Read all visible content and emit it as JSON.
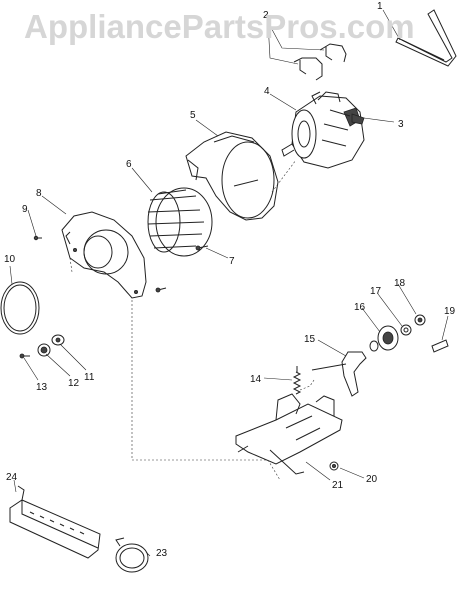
{
  "watermark": "AppliancePartsPros.com",
  "callouts": [
    {
      "id": "1",
      "label": "1"
    },
    {
      "id": "2",
      "label": "2"
    },
    {
      "id": "3",
      "label": "3"
    },
    {
      "id": "4",
      "label": "4"
    },
    {
      "id": "5",
      "label": "5"
    },
    {
      "id": "6",
      "label": "6"
    },
    {
      "id": "7",
      "label": "7"
    },
    {
      "id": "8",
      "label": "8"
    },
    {
      "id": "9",
      "label": "9"
    },
    {
      "id": "10",
      "label": "10"
    },
    {
      "id": "11",
      "label": "11"
    },
    {
      "id": "12",
      "label": "12"
    },
    {
      "id": "13",
      "label": "13"
    },
    {
      "id": "14",
      "label": "14"
    },
    {
      "id": "15",
      "label": "15"
    },
    {
      "id": "16",
      "label": "16"
    },
    {
      "id": "17",
      "label": "17"
    },
    {
      "id": "18",
      "label": "18"
    },
    {
      "id": "19",
      "label": "19"
    },
    {
      "id": "20",
      "label": "20"
    },
    {
      "id": "21",
      "label": "21"
    },
    {
      "id": "23",
      "label": "23"
    },
    {
      "id": "24",
      "label": "24"
    }
  ]
}
